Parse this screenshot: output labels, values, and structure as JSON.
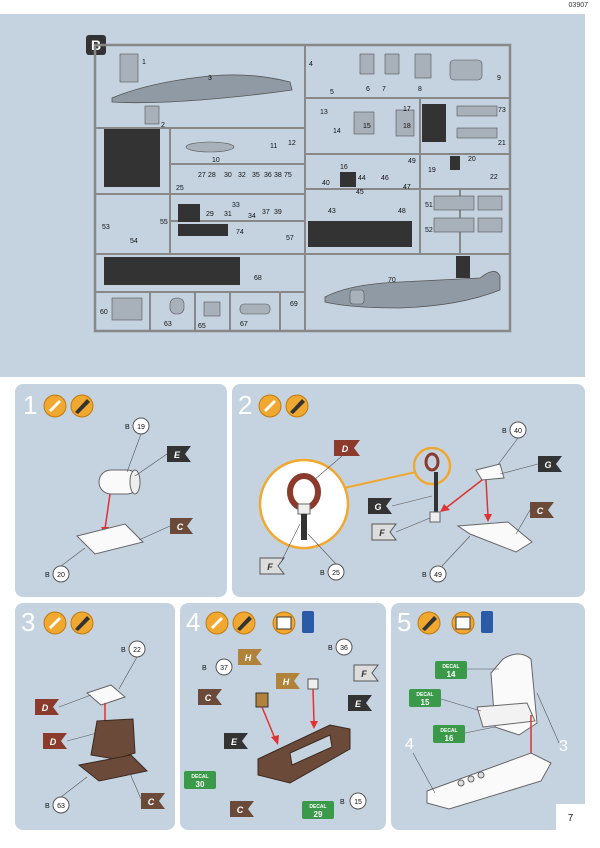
{
  "document_code": "03907",
  "page_number": "7",
  "sprue": {
    "badge": "B",
    "part_numbers": [
      "1",
      "2",
      "3",
      "4",
      "5",
      "6",
      "7",
      "8",
      "9",
      "10",
      "11",
      "12",
      "13",
      "14",
      "15",
      "16",
      "17",
      "18",
      "19",
      "20",
      "21",
      "22",
      "25",
      "27",
      "28",
      "29",
      "30",
      "31",
      "32",
      "33",
      "34",
      "35",
      "36",
      "37",
      "38",
      "39",
      "40",
      "43",
      "44",
      "45",
      "46",
      "47",
      "48",
      "49",
      "51",
      "52",
      "53",
      "54",
      "55",
      "57",
      "60",
      "63",
      "65",
      "67",
      "68",
      "69",
      "70",
      "73",
      "74",
      "75"
    ]
  },
  "steps": [
    {
      "number": "1",
      "labels": {
        "a": "B",
        "b": "19",
        "c": "E",
        "d": "C",
        "e": "B",
        "f": "20"
      }
    },
    {
      "number": "2",
      "labels": {
        "a": "D",
        "b": "G",
        "c": "F",
        "d": "B",
        "e": "25",
        "f": "B",
        "g": "40",
        "h": "G",
        "i": "F",
        "j": "C",
        "k": "B",
        "l": "49"
      }
    },
    {
      "number": "3",
      "labels": {
        "a": "B",
        "b": "22",
        "c": "D",
        "d": "D",
        "e": "C",
        "f": "B",
        "g": "63"
      }
    },
    {
      "number": "4",
      "labels": {
        "a": "B",
        "b": "37",
        "c": "H",
        "d": "C",
        "e": "E",
        "f": "H",
        "g": "B",
        "h": "36",
        "i": "F",
        "j": "E",
        "k": "C",
        "l": "B",
        "m": "15"
      },
      "decals": [
        {
          "top": "DECAL",
          "num": "30"
        },
        {
          "top": "DECAL",
          "num": "29"
        }
      ]
    },
    {
      "number": "5",
      "labels": {
        "a": "4",
        "b": "3"
      },
      "decals": [
        {
          "top": "DECAL",
          "num": "14"
        },
        {
          "top": "DECAL",
          "num": "15"
        },
        {
          "top": "DECAL",
          "num": "16"
        }
      ]
    }
  ],
  "icons": {
    "paint": "paint-icon",
    "glue": "glue-icon",
    "decal": "decal-icon",
    "decal_bottle": "decal-fluid-icon"
  },
  "colors": {
    "panel": "#c5d3e1",
    "orange": "#f0a830",
    "maroon": "#8b3a2b",
    "brown": "#6b4a3a",
    "green": "#3a9a4a",
    "dark": "#333333"
  }
}
